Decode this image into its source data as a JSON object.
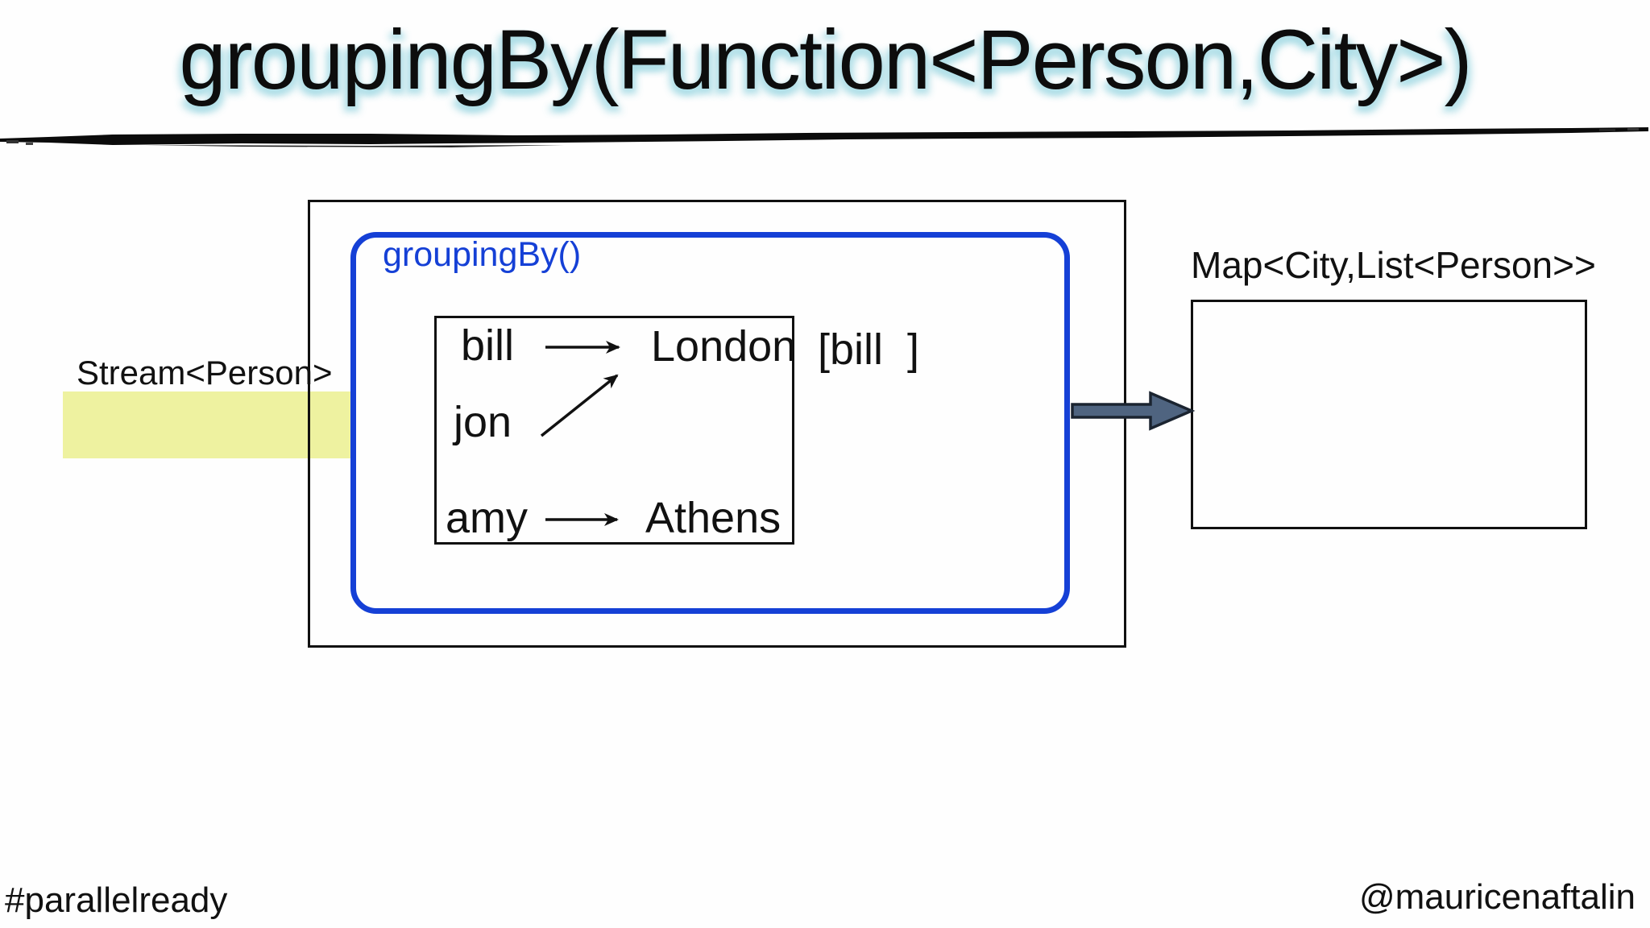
{
  "slide": {
    "title": "groupingBy(Function<Person,City>)",
    "footer_left": "#parallelready",
    "footer_right": "@mauricenaftalin"
  },
  "diagram": {
    "stream_label": "Stream<Person>",
    "grouping_box_label": "groupingBy()",
    "function_table": {
      "persons": [
        "bill",
        "jon",
        "amy"
      ],
      "cities": [
        "London",
        "Athens"
      ],
      "arrows": [
        {
          "from": "bill",
          "to": "London"
        },
        {
          "from": "jon",
          "to": "London"
        },
        {
          "from": "amy",
          "to": "Athens"
        }
      ]
    },
    "partial_result": "[bill  ]",
    "map_label": "Map<City,List<Person>>",
    "colors": {
      "accent_blue": "#1540d6",
      "highlight_yellow": "#eef2a0",
      "output_arrow_fill": "#4f6480"
    }
  }
}
